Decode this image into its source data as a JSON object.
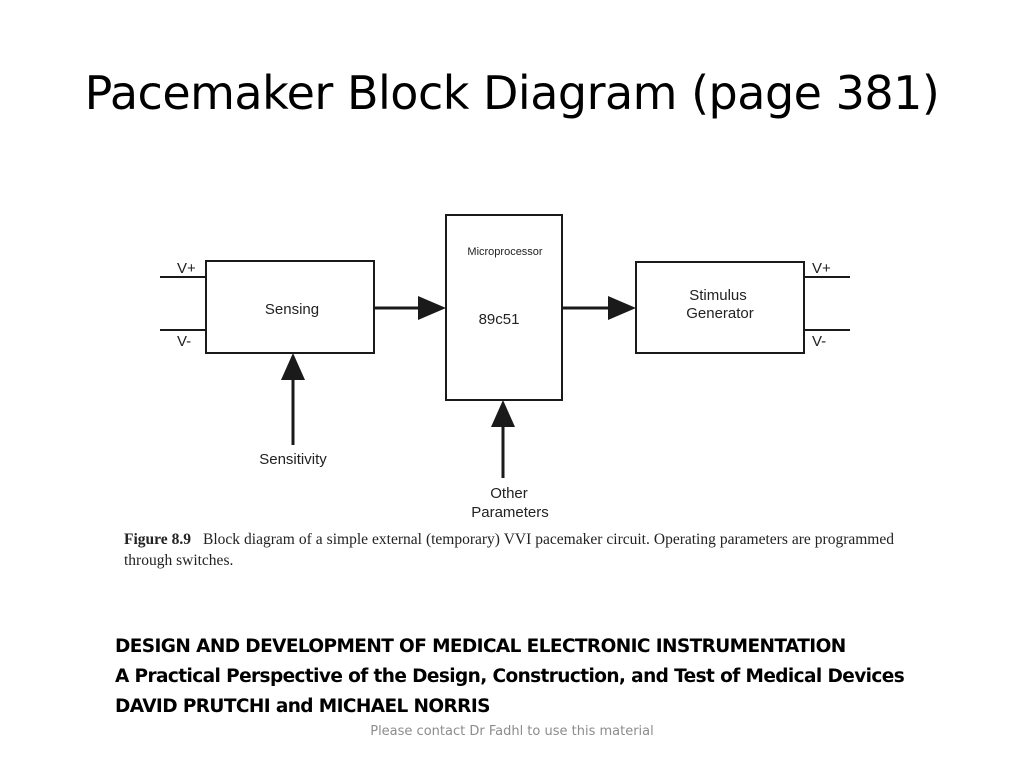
{
  "slide": {
    "title": "Pacemaker Block Diagram (page 381)"
  },
  "diagram": {
    "sensing": {
      "label": "Sensing",
      "input_pos": "V+",
      "input_neg": "V-"
    },
    "microprocessor": {
      "title": "Microprocessor",
      "part": "89c51"
    },
    "stimulus": {
      "line1": "Stimulus",
      "line2": "Generator",
      "output_pos": "V+",
      "output_neg": "V-"
    },
    "sensitivity": "Sensitivity",
    "other_params": {
      "line1": "Other",
      "line2": "Parameters"
    }
  },
  "caption": {
    "label": "Figure 8.9",
    "text": "Block diagram of a simple external (temporary) VVI pacemaker circuit. Operating parameters are programmed through switches."
  },
  "reference": {
    "book_title": "DESIGN AND DEVELOPMENT OF MEDICAL ELECTRONIC INSTRUMENTATION",
    "subtitle": "A Practical Perspective of the Design, Construction, and Test of Medical Devices",
    "authors": "DAVID PRUTCHI and MICHAEL NORRIS"
  },
  "footer": {
    "note": "Please contact Dr Fadhl to use this material"
  }
}
